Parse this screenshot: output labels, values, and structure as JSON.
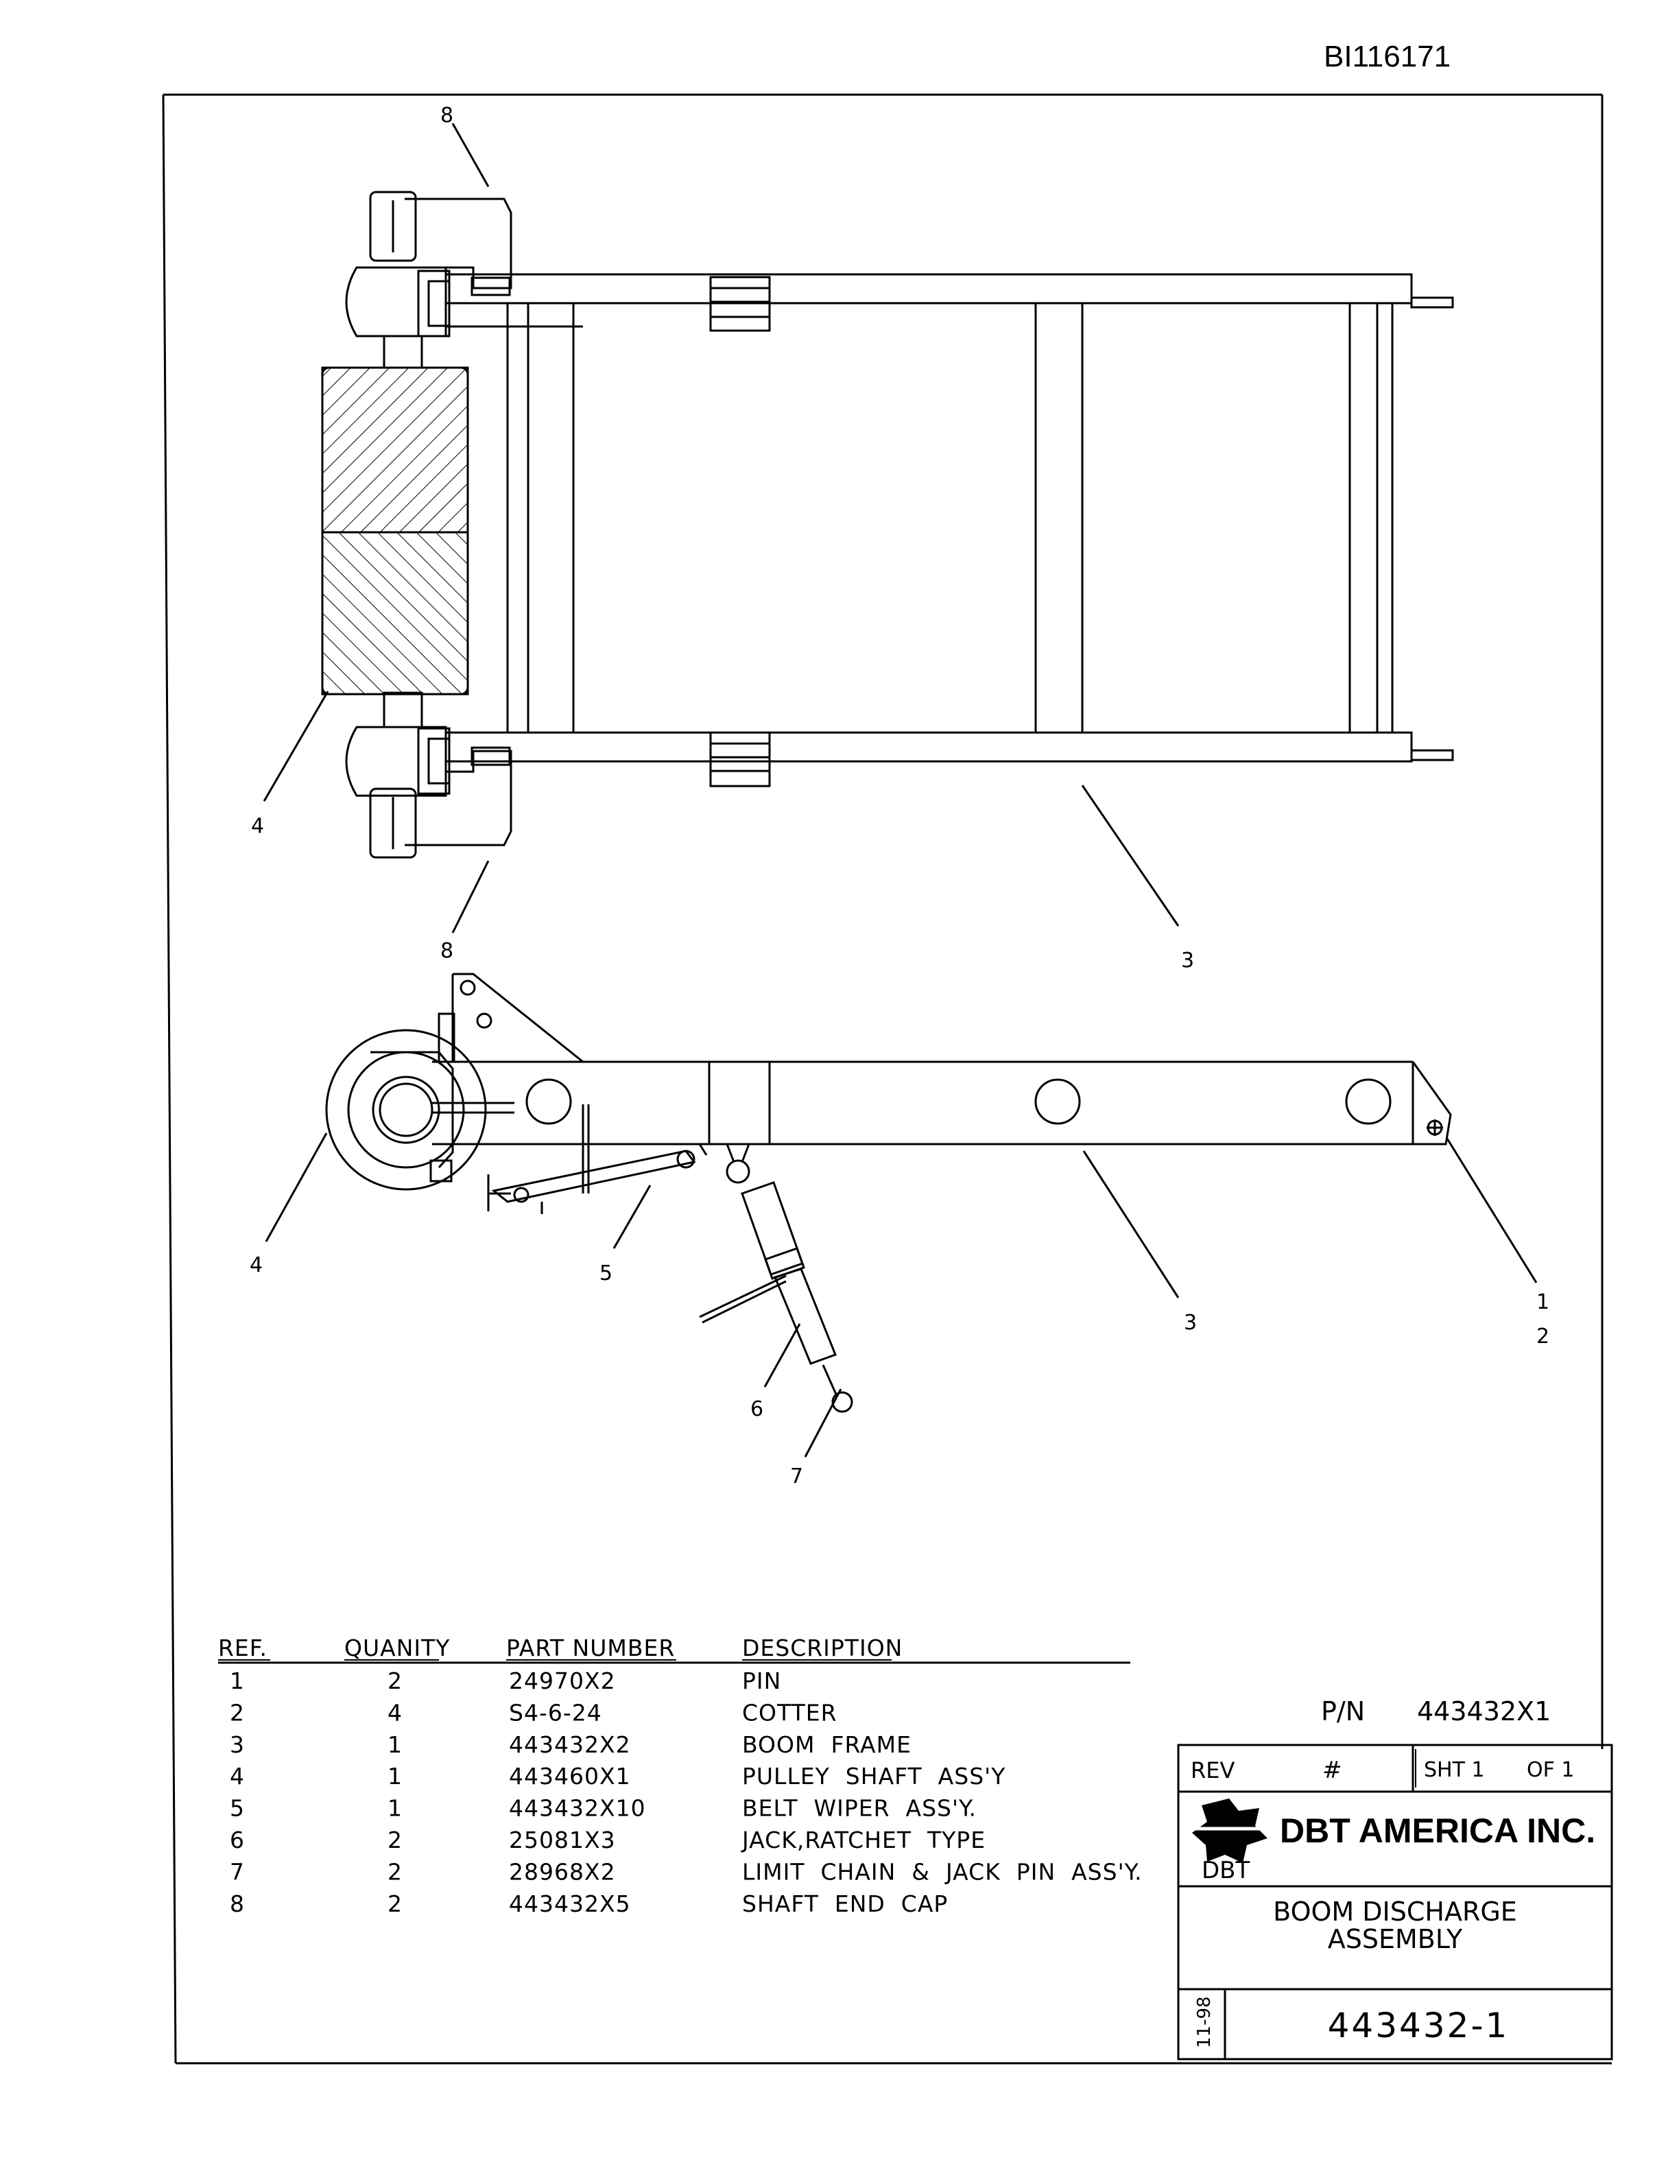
{
  "document_id": "BI116171",
  "callouts": {
    "top_view": [
      "8",
      "4",
      "8",
      "3"
    ],
    "side_view": [
      "4",
      "5",
      "6",
      "7",
      "3",
      "1",
      "2"
    ]
  },
  "bill_of_materials": {
    "headers": [
      "REF.",
      "QUANITY",
      "PART NUMBER",
      "DESCRIPTION"
    ],
    "rows": [
      {
        "ref": "1",
        "qty": "2",
        "part": "24970X2",
        "desc": "PIN"
      },
      {
        "ref": "2",
        "qty": "4",
        "part": "S4-6-24",
        "desc": "COTTER"
      },
      {
        "ref": "3",
        "qty": "1",
        "part": "443432X2",
        "desc": "BOOM  FRAME"
      },
      {
        "ref": "4",
        "qty": "1",
        "part": "443460X1",
        "desc": "PULLEY  SHAFT  ASS'Y"
      },
      {
        "ref": "5",
        "qty": "1",
        "part": "443432X10",
        "desc": "BELT  WIPER  ASS'Y."
      },
      {
        "ref": "6",
        "qty": "2",
        "part": "25081X3",
        "desc": "JACK,RATCHET  TYPE"
      },
      {
        "ref": "7",
        "qty": "2",
        "part": "28968X2",
        "desc": "LIMIT  CHAIN  &  JACK  PIN  ASS'Y."
      },
      {
        "ref": "8",
        "qty": "2",
        "part": "443432X5",
        "desc": "SHAFT  END  CAP"
      }
    ]
  },
  "title_block": {
    "pn_label": "P/N",
    "pn_value": "443432X1",
    "rev_label": "REV",
    "rev_value": "#",
    "sheet_label": "SHT  1",
    "of_label": "OF  1",
    "company": "DBT AMERICA INC.",
    "logo_text": "DBT",
    "title_line1": "BOOM  DISCHARGE",
    "title_line2": "ASSEMBLY",
    "date": "11-98",
    "drawing_number": "443432-1"
  }
}
